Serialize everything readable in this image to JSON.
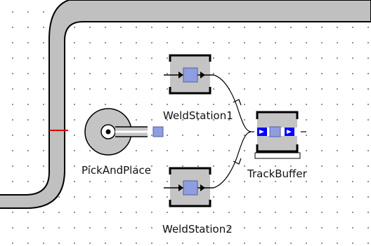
{
  "canvas": {
    "background": "#ffffff",
    "grid_dot_color": "#7a7a7a"
  },
  "track": {
    "fill_color": "#c0c0c0",
    "outline_color": "#000000",
    "marker_color": "#e00000"
  },
  "components": {
    "pick_and_place": {
      "label": "PickAndPlace",
      "icon": "robot-arm-icon"
    },
    "weld_station_1": {
      "label": "WeldStation1",
      "icon": "station-icon"
    },
    "weld_station_2": {
      "label": "WeldStation2",
      "icon": "station-icon"
    },
    "track_buffer": {
      "label": "TrackBuffer",
      "icon": "buffer-icon"
    }
  },
  "colors": {
    "component_gray": "#c4c4c4",
    "part_blue": "#8f9ee0",
    "buffer_blue": "#0000ff"
  }
}
